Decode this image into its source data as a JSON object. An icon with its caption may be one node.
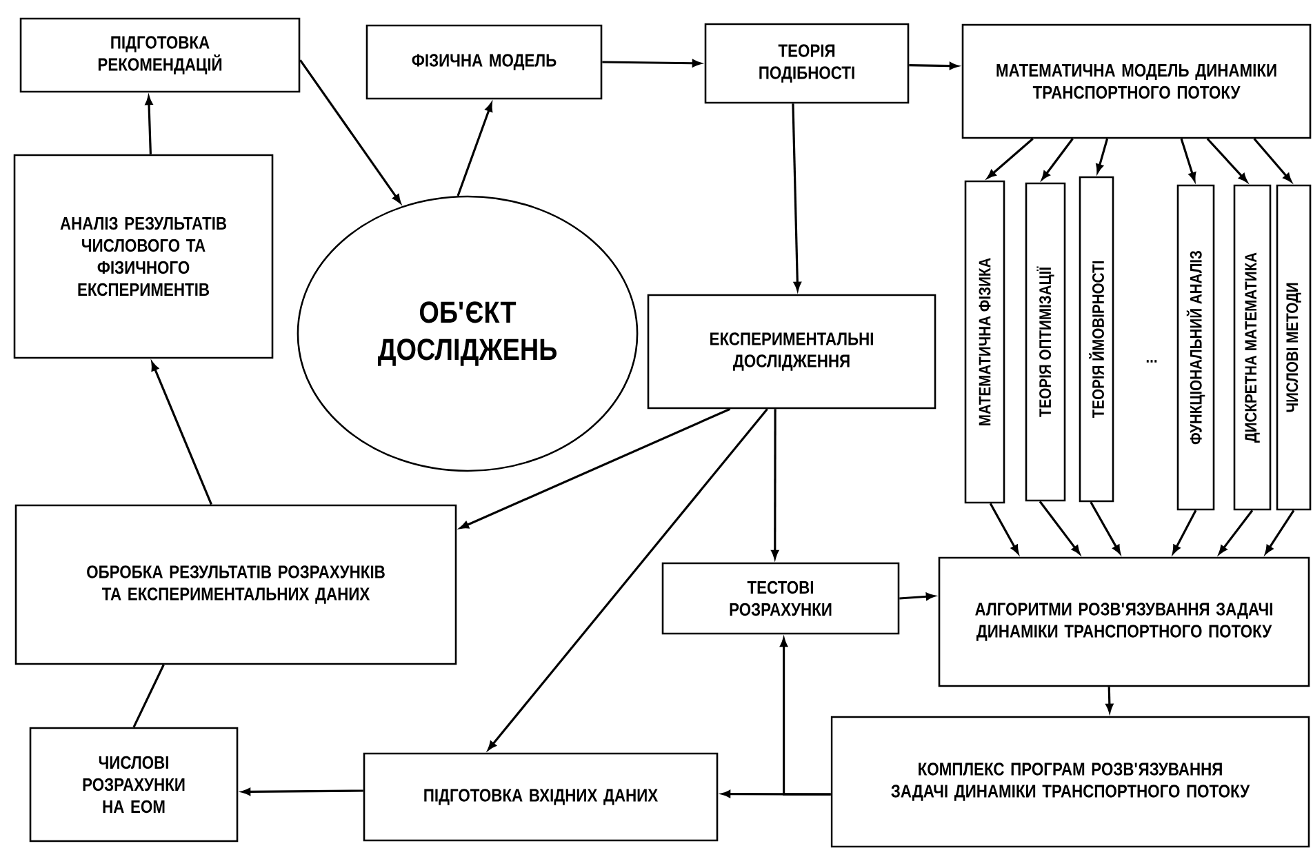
{
  "diagram": {
    "nodes": [
      {
        "text": [
          "ПІДГОТОВКА РЕКОМЕНДАЦІЙ"
        ]
      },
      {
        "text": [
          "АНАЛІЗ РЕЗУЛЬТАТІВ ЧИСЛОВОГО ТА ФІЗИЧНОГО ЕКСПЕРИМЕНТІВ"
        ]
      },
      {
        "text": [
          "ФІЗИЧНА МОДЕЛЬ"
        ]
      },
      {
        "text": [
          "ОБ'ЄКТ ДОСЛІДЖЕНЬ"
        ]
      },
      {
        "text": [
          "ТЕОРІЯ ПОДІБНОСТІ"
        ]
      },
      {
        "text": [
          "МАТЕМАТИЧНА МОДЕЛЬ ДИНАМІКИ ТРАНСПОРТНОГО ПОТОКУ"
        ]
      },
      {
        "text": [
          "МАТЕМАТИЧНА ФІЗИКА"
        ]
      },
      {
        "text": [
          "ТЕОРІЯ ОПТИМІЗАЦІЇ"
        ]
      },
      {
        "text": [
          "ТЕОРІЯ ЙМОВІРНОСТІ"
        ]
      },
      {
        "text": [
          "ФУНКЦІОНАЛЬНИЙ АНАЛІЗ"
        ]
      },
      {
        "text": [
          "ДИСКРЕТНА МАТЕМАТИКА"
        ]
      },
      {
        "text": [
          "ЧИСЛОВІ МЕТОДИ"
        ]
      },
      {
        "text": [
          "ЕКСПЕРИМЕНТАЛЬНІ ДОСЛІДЖЕННЯ"
        ]
      },
      {
        "text": [
          "ОБРОБКА РЕЗУЛЬТАТІВ РОЗРАХУНКІВ ТА ЕКСПЕРИМЕНТАЛЬНИХ ДАНИХ"
        ]
      },
      {
        "text": [
          "ТЕСТОВІ РОЗРАХУНКИ"
        ]
      },
      {
        "text": [
          "АЛГОРИТМИ РОЗВ'ЯЗУВАННЯ ЗАДАЧІ ДИНАМІКИ ТРАНСПОРТНОГО ПОТОКУ"
        ]
      },
      {
        "text": [
          "ЧИСЛОВІ РОЗРАХУНКИ НА ЕОМ"
        ]
      },
      {
        "text": [
          "ПІДГОТОВКА ВХІДНИХ ДАНИХ"
        ]
      },
      {
        "text": [
          "КОМПЛЕКС ПРОГРАМ РОЗВ'ЯЗУВАННЯ ЗАДАЧІ ДИНАМІКИ ТРАНСПОРТНОГО ПОТОКУ"
        ]
      }
    ],
    "edges": [
      {
        "from": 1,
        "to": 0,
        "arrow": "to"
      },
      {
        "from": 0,
        "to": 3,
        "arrow": "to"
      },
      {
        "from": 3,
        "to": 2,
        "arrow": "to"
      },
      {
        "from": 2,
        "to": 4,
        "arrow": "to"
      },
      {
        "from": 4,
        "to": 5,
        "arrow": "to"
      },
      {
        "from": 4,
        "to": 12,
        "arrow": "to"
      },
      {
        "from": 5,
        "to": 6,
        "arrow": "to"
      },
      {
        "from": 5,
        "to": 7,
        "arrow": "to"
      },
      {
        "from": 5,
        "to": 8,
        "arrow": "to"
      },
      {
        "from": 5,
        "to": 9,
        "arrow": "to"
      },
      {
        "from": 5,
        "to": 10,
        "arrow": "to"
      },
      {
        "from": 5,
        "to": 11,
        "arrow": "to"
      },
      {
        "from": 6,
        "to": 15,
        "arrow": "to"
      },
      {
        "from": 7,
        "to": 15,
        "arrow": "to"
      },
      {
        "from": 8,
        "to": 15,
        "arrow": "to"
      },
      {
        "from": 9,
        "to": 15,
        "arrow": "to"
      },
      {
        "from": 10,
        "to": 15,
        "arrow": "to"
      },
      {
        "from": 11,
        "to": 15,
        "arrow": "to"
      },
      {
        "from": 12,
        "to": 13,
        "arrow": "to"
      },
      {
        "from": 12,
        "to": 14,
        "arrow": "to"
      },
      {
        "from": 12,
        "to": 17,
        "arrow": "to"
      },
      {
        "from": 13,
        "to": 1,
        "arrow": "to"
      },
      {
        "from": 16,
        "to": 13,
        "arrow": "none"
      },
      {
        "from": 17,
        "to": 16,
        "arrow": "to"
      },
      {
        "from": 14,
        "to": 15,
        "arrow": "to"
      },
      {
        "from": 15,
        "to": 18,
        "arrow": "to"
      },
      {
        "from": 18,
        "to": 17,
        "arrow": "to"
      },
      {
        "from": 18,
        "to": 14,
        "arrow": "to"
      }
    ],
    "labels": [
      "..."
    ]
  }
}
